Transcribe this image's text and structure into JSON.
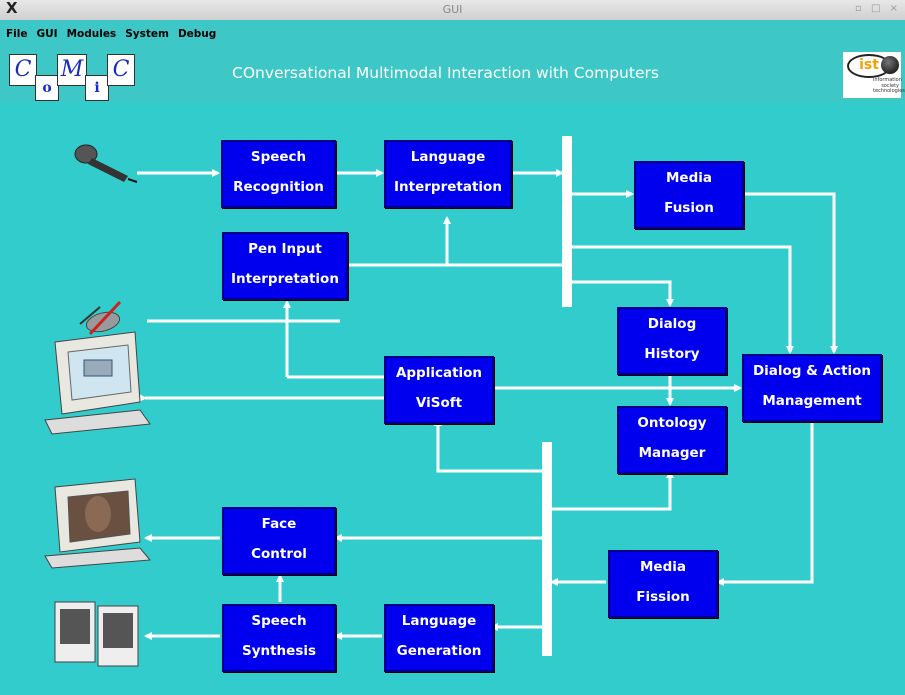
{
  "window": {
    "title": "GUI",
    "wm_logo": "X"
  },
  "menu": [
    "File",
    "GUI",
    "Modules",
    "System",
    "Debug"
  ],
  "header": {
    "logo_letters": [
      "C",
      "o",
      "M",
      "i",
      "C"
    ],
    "subtitle": "COnversational Multimodal Interaction with Computers",
    "partner_logo": {
      "text": "ist",
      "small": [
        "information",
        "society",
        "technologies"
      ]
    }
  },
  "modules": {
    "speech_recognition": [
      "Speech",
      "Recognition"
    ],
    "language_interpretation": [
      "Language",
      "Interpretation"
    ],
    "media_fusion": [
      "Media",
      "Fusion"
    ],
    "pen_input": [
      "Pen Input",
      "Interpretation"
    ],
    "dialog_history": [
      "Dialog",
      "History"
    ],
    "application": [
      "Application",
      "ViSoft"
    ],
    "dialog_action": [
      "Dialog & Action",
      "Management"
    ],
    "ontology": [
      "Ontology",
      "Manager"
    ],
    "face_control": [
      "Face",
      "Control"
    ],
    "media_fission": [
      "Media",
      "Fission"
    ],
    "speech_synthesis": [
      "Speech",
      "Synthesis"
    ],
    "language_generation": [
      "Language",
      "Generation"
    ]
  },
  "colors": {
    "background": "#33cccc",
    "module": "#0000ee",
    "connector": "#ffffff"
  }
}
